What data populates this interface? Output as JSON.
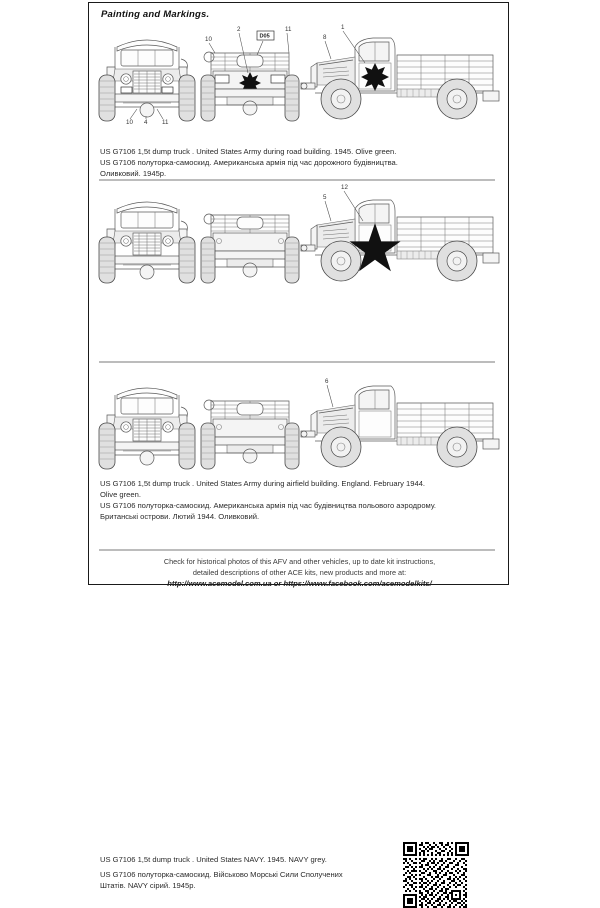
{
  "sheet": {
    "title": "Painting and Markings."
  },
  "variants": [
    {
      "id": "variant-1",
      "caption_en": "US G7106 1,5t dump truck . United States Army during road building. 1945. Olive green.",
      "caption_uk_line1": "US G7106 полуторка-самоскид. Американська армія під час дорожного будівництва.",
      "caption_uk_line2": "Оливковий. 1945р.",
      "marking": "8-pointed star",
      "callouts": [
        "10",
        "2",
        "11",
        "1",
        "8",
        "4",
        "D05"
      ],
      "stencil_label": "D05"
    },
    {
      "id": "variant-2",
      "caption_en_line1": "US G7106 1,5t dump truck . United States Army during airfield building. England. February 1944.",
      "caption_en_line2": "Olive green.",
      "caption_uk_line1": "US G7106 полуторка-самоскид. Американська армія під час будівництва польового аэродрому.",
      "caption_uk_line2": "Британські острови. Лютий 1944. Оливковий.",
      "marking": "5-pointed star",
      "callouts": [
        "12",
        "5"
      ]
    },
    {
      "id": "variant-3",
      "caption_en": "US G7106 1,5t dump truck . United States NAVY. 1945. NAVY grey.",
      "caption_uk_line1": "US G7106 полуторка-самоскид. Військово Морські Сили Сполучених",
      "caption_uk_line2": "Штатів. NAVY сірий. 1945р.",
      "marking": "none",
      "callouts": [
        "6"
      ]
    }
  ],
  "qr": {
    "name": "qr-code"
  },
  "footer": {
    "line1": "Check for historical photos of this AFV and  other vehicles, up to date kit instructions,",
    "line2": "detailed descriptions of other ACE kits, new products and more at:",
    "url1": "http://www.acemodel.com.ua",
    "conjunction": " or ",
    "url2": "https://www.facebook.com/acemodelkits/"
  }
}
